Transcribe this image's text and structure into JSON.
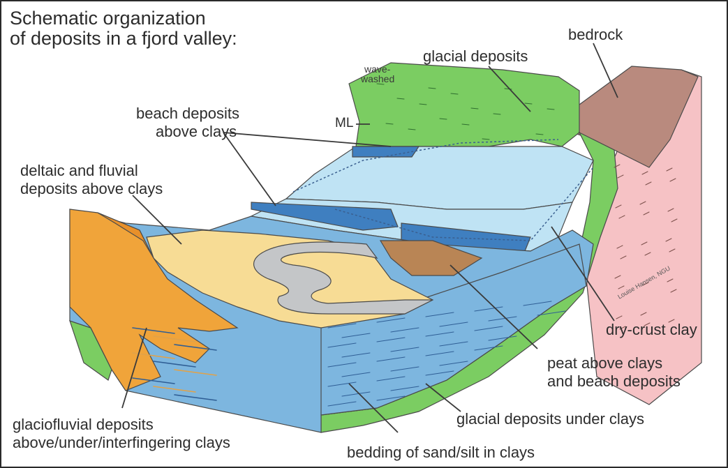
{
  "title": {
    "line1": "Schematic organization",
    "line2": "of deposits in a fjord valley:"
  },
  "labels": {
    "bedrock": "bedrock",
    "glacial_deposits": "glacial deposits",
    "wave_washed_1": "wave-",
    "wave_washed_2": "washed",
    "ml": "ML",
    "beach_deposits_1": "beach deposits",
    "beach_deposits_2": "above clays",
    "deltaic_1": "deltaic and fluvial",
    "deltaic_2": "deposits above clays",
    "dry_crust_clay": "dry-crust clay",
    "peat_1": "peat above clays",
    "peat_2": "and beach deposits",
    "glacial_under": "glacial deposits under clays",
    "glaciofluvial_1": "glaciofluvial deposits",
    "glaciofluvial_2": "above/under/interfingering clays",
    "bedding": "bedding of sand/silt in clays"
  },
  "signature": "Louise Hansen, NGU",
  "colors": {
    "clay_light": "#bfe3f4",
    "clay_mid": "#7db6df",
    "clay_dark": "#3f7fc0",
    "glacial_green": "#7bcd62",
    "glacial_green_light": "#9fdc84",
    "bedrock_brown": "#b98a7e",
    "bedrock_pink": "#f6c2c5",
    "deltaic_yellow": "#f7dc95",
    "glaciofluvial_orange": "#f0a43a",
    "peat_brown": "#b98555",
    "river_gray": "#c4c6c8"
  }
}
